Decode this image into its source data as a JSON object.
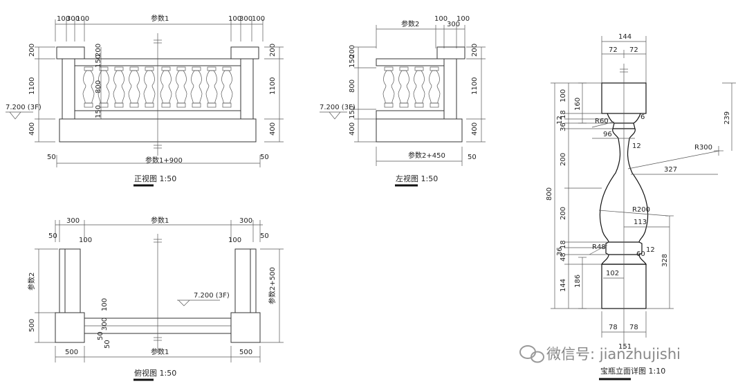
{
  "front": {
    "title": "正视图 1:50",
    "top_dims": [
      "100",
      "300",
      "100",
      "参数1",
      "100",
      "300",
      "100"
    ],
    "left_dims": [
      "200",
      "1100",
      "400"
    ],
    "inner_dims": [
      "200",
      "150",
      "800",
      "150"
    ],
    "right_dims": [
      "200",
      "1100",
      "400"
    ],
    "bottom_dim": "参数1+900",
    "edge_dims": [
      "50",
      "50"
    ],
    "level": "7.200 (3F)"
  },
  "left": {
    "title": "左视图 1:50",
    "top_dims": [
      "参数2",
      "100",
      "300",
      "100"
    ],
    "left_dims": [
      "150",
      "200",
      "800",
      "150",
      "400"
    ],
    "right_dims": [
      "200",
      "1100",
      "400"
    ],
    "bottom_dim": "参数2+450",
    "edge_dims": [
      "50"
    ],
    "level": "7.200 (3F)"
  },
  "plan": {
    "title": "俯视图 1:50",
    "top_dims": [
      "300",
      "参数1",
      "300"
    ],
    "top_dims2": [
      "50",
      "100",
      "100",
      "50"
    ],
    "left_dims": [
      "参数2",
      "500"
    ],
    "right_dim": "参数2+500",
    "inner_dims": [
      "100",
      "300",
      "50",
      "50"
    ],
    "bottom_dims": [
      "500",
      "参数1",
      "500"
    ],
    "level": "7.200 (3F)"
  },
  "detail": {
    "title": "宝瓶立面详图 1:10",
    "top_dims": [
      "144",
      "72",
      "72"
    ],
    "left_dims": [
      "100",
      "18",
      "12",
      "36",
      "200",
      "200",
      "18",
      "36",
      "48",
      "144"
    ],
    "total": "800",
    "right_dims": [
      "160",
      "186"
    ],
    "labels": [
      "R60",
      "96",
      "12",
      "6",
      "R300",
      "327",
      "R200",
      "113",
      "R48",
      "60",
      "12",
      "102",
      "239",
      "328"
    ],
    "bottom_dims": [
      "78",
      "78",
      "151"
    ]
  },
  "watermark": "微信号: jianzhujishi"
}
